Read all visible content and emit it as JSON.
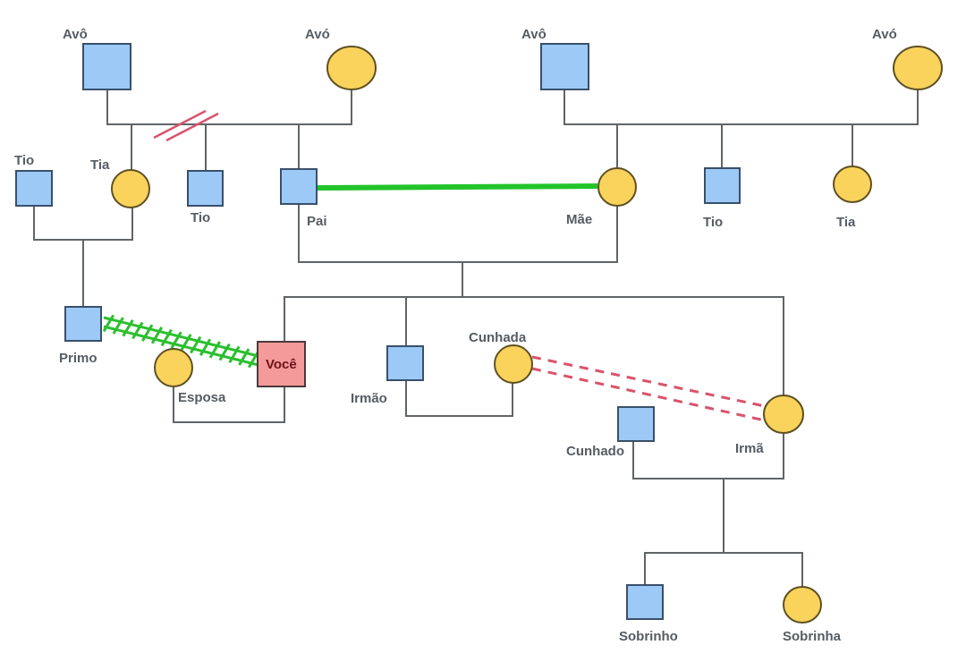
{
  "diagram": {
    "type": "genogram",
    "people": [
      {
        "id": "avo_paterno",
        "label": "Avô",
        "sex": "male"
      },
      {
        "id": "avo_paterna",
        "label": "Avó",
        "sex": "female"
      },
      {
        "id": "avo_materno",
        "label": "Avô",
        "sex": "male"
      },
      {
        "id": "avo_materna",
        "label": "Avó",
        "sex": "female"
      },
      {
        "id": "tio_casado",
        "label": "Tio",
        "sex": "male"
      },
      {
        "id": "tia_paterna",
        "label": "Tia",
        "sex": "female"
      },
      {
        "id": "tio_paterno",
        "label": "Tio",
        "sex": "male"
      },
      {
        "id": "pai",
        "label": "Pai",
        "sex": "male"
      },
      {
        "id": "mae",
        "label": "Mãe",
        "sex": "female"
      },
      {
        "id": "tio_materno",
        "label": "Tio",
        "sex": "male"
      },
      {
        "id": "tia_materna",
        "label": "Tia",
        "sex": "female"
      },
      {
        "id": "primo",
        "label": "Primo",
        "sex": "male"
      },
      {
        "id": "esposa",
        "label": "Esposa",
        "sex": "female"
      },
      {
        "id": "voce",
        "label": "Você",
        "sex": "male",
        "highlight": "#f59a9a"
      },
      {
        "id": "irmao",
        "label": "Irmão",
        "sex": "male"
      },
      {
        "id": "cunhada",
        "label": "Cunhada",
        "sex": "female"
      },
      {
        "id": "cunhado",
        "label": "Cunhado",
        "sex": "male"
      },
      {
        "id": "irma",
        "label": "Irmã",
        "sex": "female"
      },
      {
        "id": "sobrinho",
        "label": "Sobrinho",
        "sex": "male"
      },
      {
        "id": "sobrinha",
        "label": "Sobrinha",
        "sex": "female"
      }
    ],
    "relationships": [
      {
        "from": "avo_paterno",
        "to": "avo_paterna",
        "type": "marriage-cutoff",
        "color": "#d9536b"
      },
      {
        "from": "avo_materno",
        "to": "avo_materna",
        "type": "marriage"
      },
      {
        "from": "pai",
        "to": "mae",
        "type": "harmony",
        "color": "#22c42a"
      },
      {
        "from": "tio_casado",
        "to": "tia_paterna",
        "type": "marriage"
      },
      {
        "from": "primo",
        "to": "voce",
        "type": "conflict",
        "color": "#2bbf2e"
      },
      {
        "from": "esposa",
        "to": "voce",
        "type": "marriage"
      },
      {
        "from": "irmao",
        "to": "cunhada",
        "type": "marriage"
      },
      {
        "from": "cunhada",
        "to": "irma",
        "type": "distant-hostile",
        "color": "#d9536b"
      },
      {
        "from": "cunhado",
        "to": "irma",
        "type": "marriage"
      }
    ],
    "colors": {
      "male_fill": "#9dc9f7",
      "female_fill": "#f9d35b",
      "you_fill": "#f59a9a"
    }
  }
}
